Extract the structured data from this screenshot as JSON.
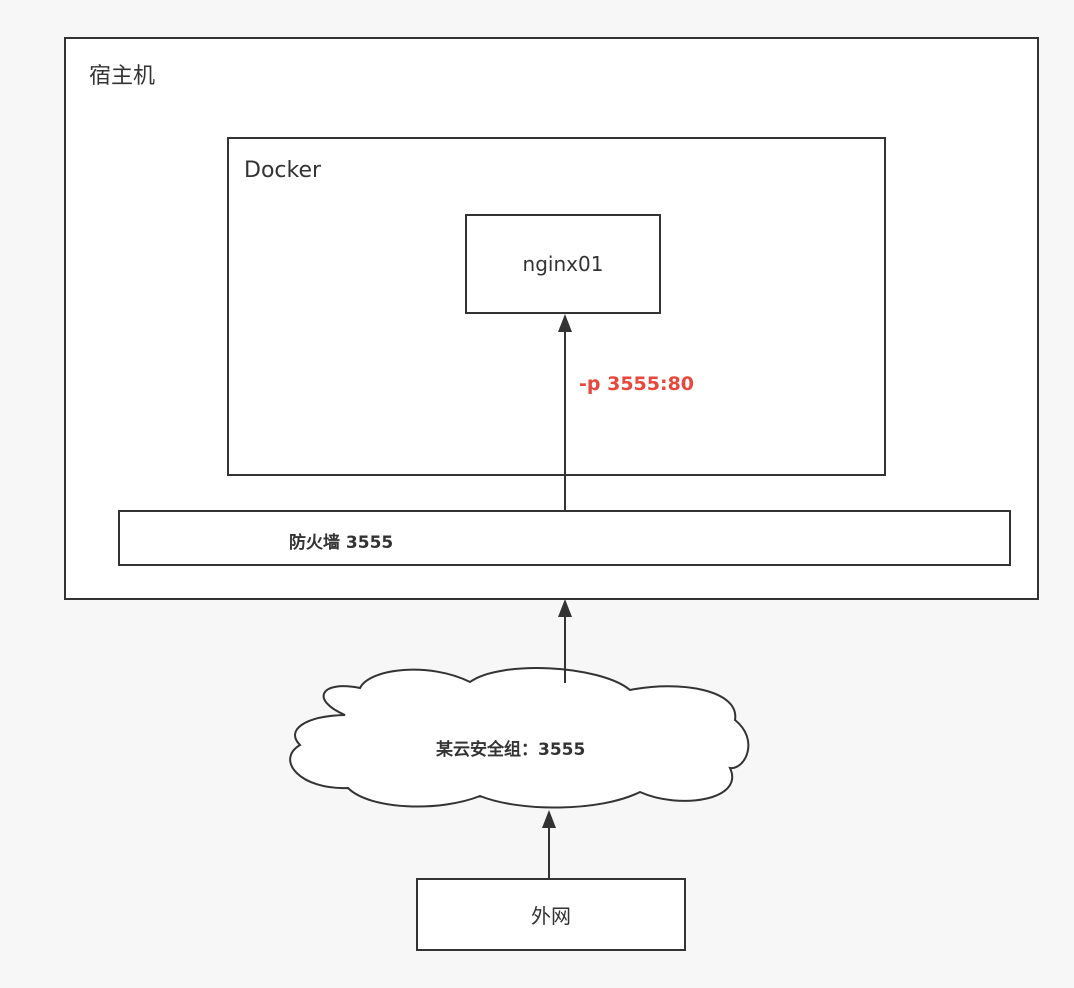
{
  "diagram": {
    "host": {
      "label": "宿主机"
    },
    "docker": {
      "label": "Docker"
    },
    "container": {
      "label": "nginx01"
    },
    "port_mapping": {
      "label": "-p 3555:80",
      "color": "#e8473c"
    },
    "firewall": {
      "label": "防火墙 3555"
    },
    "security_group": {
      "label": "某云安全组：3555"
    },
    "internet": {
      "label": "外网"
    },
    "colors": {
      "stroke": "#333333",
      "fill": "#ffffff",
      "background": "#f7f7f7"
    }
  }
}
